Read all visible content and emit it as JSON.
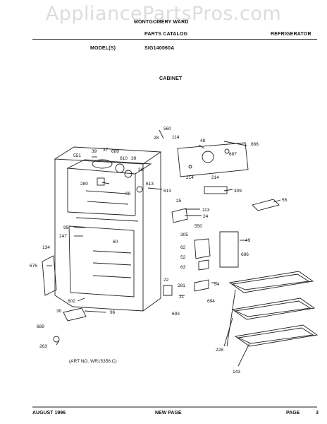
{
  "watermark": "AppliancePartsPros.com",
  "header": {
    "brand": "MONTGOMERY WARD",
    "catalog": "PARTS CATALOG",
    "category": "REFRIGERATOR",
    "model_label": "MODEL(S)",
    "model_number": "SIG140060A",
    "section": "CABINET"
  },
  "parts": {
    "p560": "560",
    "p28": "28",
    "p114": "114",
    "p48": "48",
    "p666": "666",
    "p687": "687",
    "p214a": "214",
    "p214b": "214",
    "p309": "309",
    "p55": "55",
    "p551": "551",
    "p39a": "39",
    "p37": "37",
    "p688": "688",
    "p610": "610",
    "p39b": "39",
    "p38": "38",
    "p280": "280",
    "p613a": "613",
    "p98": "98",
    "p613b": "613",
    "p25": "25",
    "p113": "113",
    "p24": "24",
    "p550": "550",
    "p95": "95",
    "p247": "247",
    "p305": "305",
    "p49": "49",
    "p60": "60",
    "p62": "62",
    "p52": "52",
    "p686": "686",
    "p63": "63",
    "p134": "134",
    "p676": "676",
    "p22": "22",
    "p281": "281",
    "p54": "54",
    "p21": "21",
    "p602": "602",
    "p694": "694",
    "p693": "693",
    "p30": "30",
    "p96": "96",
    "p689": "689",
    "p263": "263",
    "p228": "228",
    "p143": "143"
  },
  "art_no": "(ART NO. WR15356 C)",
  "footer": {
    "date": "AUGUST 1996",
    "new_page": "NEW PAGE",
    "page_label": "PAGE",
    "page_number": "3"
  }
}
